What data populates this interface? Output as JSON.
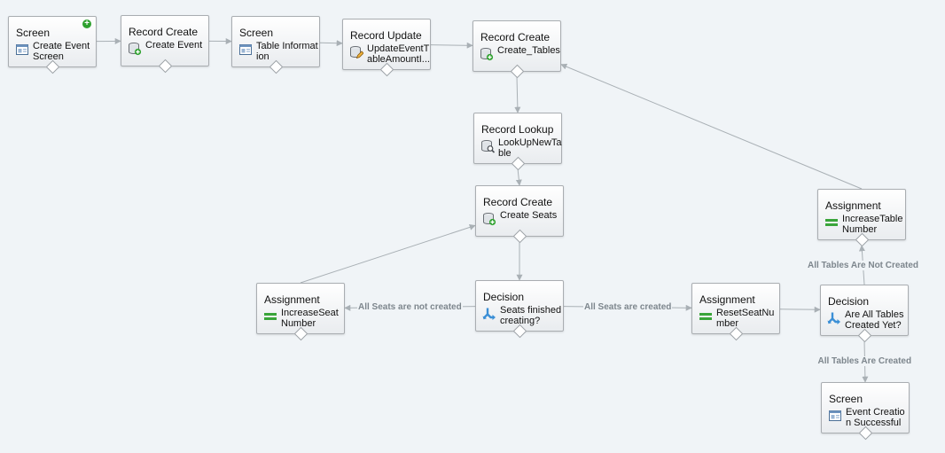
{
  "nodes": [
    {
      "id": "n1",
      "type": "Screen",
      "label": "Create Event Screen",
      "icon": "screen-icon",
      "start": true
    },
    {
      "id": "n2",
      "type": "Record Create",
      "label": "Create Event",
      "icon": "record-create-icon"
    },
    {
      "id": "n3",
      "type": "Screen",
      "label": "Table Information",
      "icon": "screen-icon"
    },
    {
      "id": "n4",
      "type": "Record Update",
      "label": "UpdateEventTableAmountI...",
      "icon": "record-update-icon"
    },
    {
      "id": "n5",
      "type": "Record Create",
      "label": "Create_Tables",
      "icon": "record-create-icon"
    },
    {
      "id": "n6",
      "type": "Record Lookup",
      "label": "LookUpNewTable",
      "icon": "record-lookup-icon"
    },
    {
      "id": "n7",
      "type": "Record Create",
      "label": "Create Seats",
      "icon": "record-create-icon"
    },
    {
      "id": "n8",
      "type": "Decision",
      "label": "Seats finished creating?",
      "icon": "decision-icon"
    },
    {
      "id": "n9",
      "type": "Assignment",
      "label": "IncreaseSeatNumber",
      "icon": "assignment-icon"
    },
    {
      "id": "n10",
      "type": "Assignment",
      "label": "ResetSeatNumber",
      "icon": "assignment-icon"
    },
    {
      "id": "n11",
      "type": "Decision",
      "label": "Are All Tables Created Yet?",
      "icon": "decision-icon"
    },
    {
      "id": "n12",
      "type": "Assignment",
      "label": "IncreaseTable Number",
      "icon": "assignment-icon"
    },
    {
      "id": "n13",
      "type": "Screen",
      "label": "Event Creation Successful",
      "icon": "screen-icon"
    }
  ],
  "edges": [
    {
      "from": "n1",
      "to": "n2",
      "label": ""
    },
    {
      "from": "n2",
      "to": "n3",
      "label": ""
    },
    {
      "from": "n3",
      "to": "n4",
      "label": ""
    },
    {
      "from": "n4",
      "to": "n5",
      "label": ""
    },
    {
      "from": "n5",
      "to": "n6",
      "label": ""
    },
    {
      "from": "n6",
      "to": "n7",
      "label": ""
    },
    {
      "from": "n7",
      "to": "n8",
      "label": ""
    },
    {
      "from": "n8",
      "to": "n9",
      "label": "All Seats are not created"
    },
    {
      "from": "n9",
      "to": "n7",
      "label": ""
    },
    {
      "from": "n8",
      "to": "n10",
      "label": "All Seats are created"
    },
    {
      "from": "n10",
      "to": "n11",
      "label": ""
    },
    {
      "from": "n11",
      "to": "n12",
      "label": "All Tables Are Not Created"
    },
    {
      "from": "n12",
      "to": "n5",
      "label": ""
    },
    {
      "from": "n11",
      "to": "n13",
      "label": "All Tables Are Created"
    }
  ],
  "colors": {
    "background": "#f0f4f7",
    "connector": "#a9b0b5",
    "edge_label": "#7d868d",
    "start_badge": "#2ea12e"
  }
}
